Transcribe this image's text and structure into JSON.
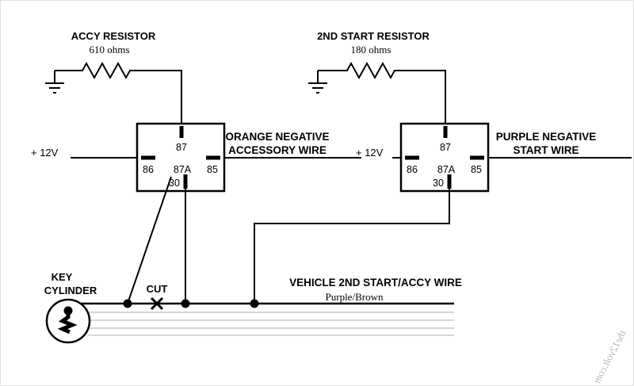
{
  "resistors": {
    "accy": {
      "title": "ACCY RESISTOR",
      "value": "610 ohms"
    },
    "start2": {
      "title": "2ND START RESISTOR",
      "value": "180 ohms"
    }
  },
  "relays": {
    "left": {
      "supply": "+ 12V",
      "pin87": "87",
      "pin86": "86",
      "pin87a": "87A",
      "pin85": "85",
      "pin30": "30",
      "wire_label1": "ORANGE NEGATIVE",
      "wire_label2": "ACCESSORY WIRE"
    },
    "right": {
      "supply": "+ 12V",
      "pin87": "87",
      "pin86": "86",
      "pin87a": "87A",
      "pin85": "85",
      "pin30": "30",
      "wire_label1": "PURPLE NEGATIVE",
      "wire_label2": "START WIRE"
    }
  },
  "key_cylinder": {
    "line1": "KEY",
    "line2": "CYLINDER"
  },
  "cut": {
    "label": "CUT"
  },
  "vehicle_wire": {
    "label": "VEHICLE 2ND START/ACCY WIRE",
    "color": "Purple/Brown"
  },
  "watermark": {
    "text": "the12volt.com"
  },
  "colors": {
    "wire": "#000000",
    "harness": "#c9c9c9",
    "watermark": "#b5b5b5"
  }
}
